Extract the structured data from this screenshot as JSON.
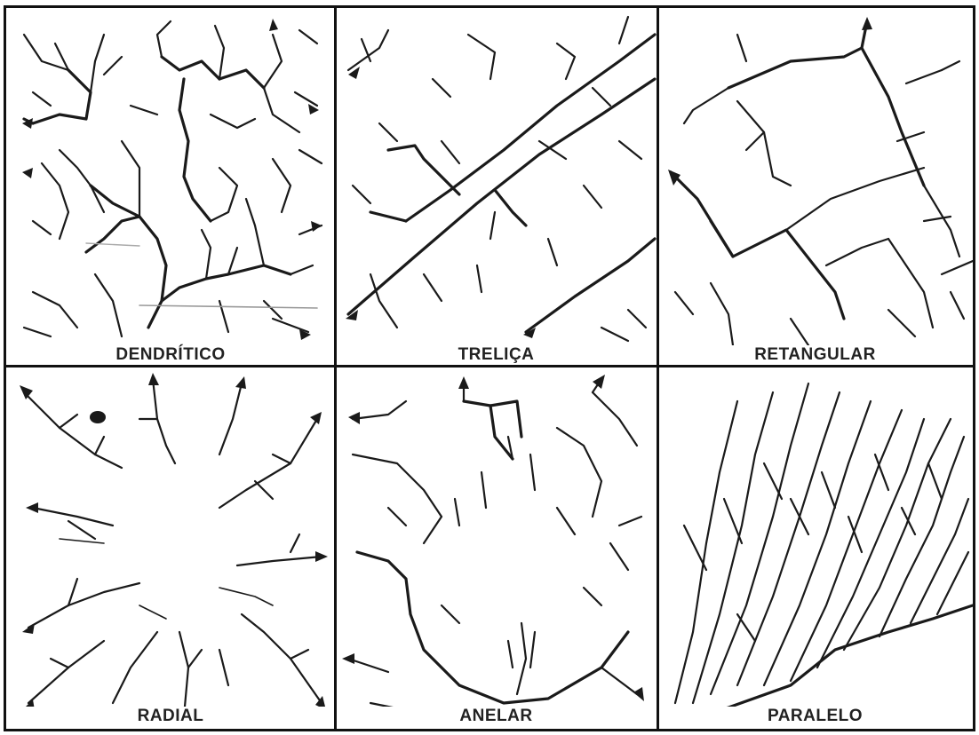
{
  "panels": [
    {
      "id": "dendritico",
      "label": "DENDRÍTICO"
    },
    {
      "id": "trelica",
      "label": "TRELIÇA"
    },
    {
      "id": "retangular",
      "label": "RETANGULAR"
    },
    {
      "id": "radial",
      "label": "RADIAL"
    },
    {
      "id": "anelar",
      "label": "ANELAR"
    },
    {
      "id": "paralelo",
      "label": "PARALELO"
    }
  ]
}
